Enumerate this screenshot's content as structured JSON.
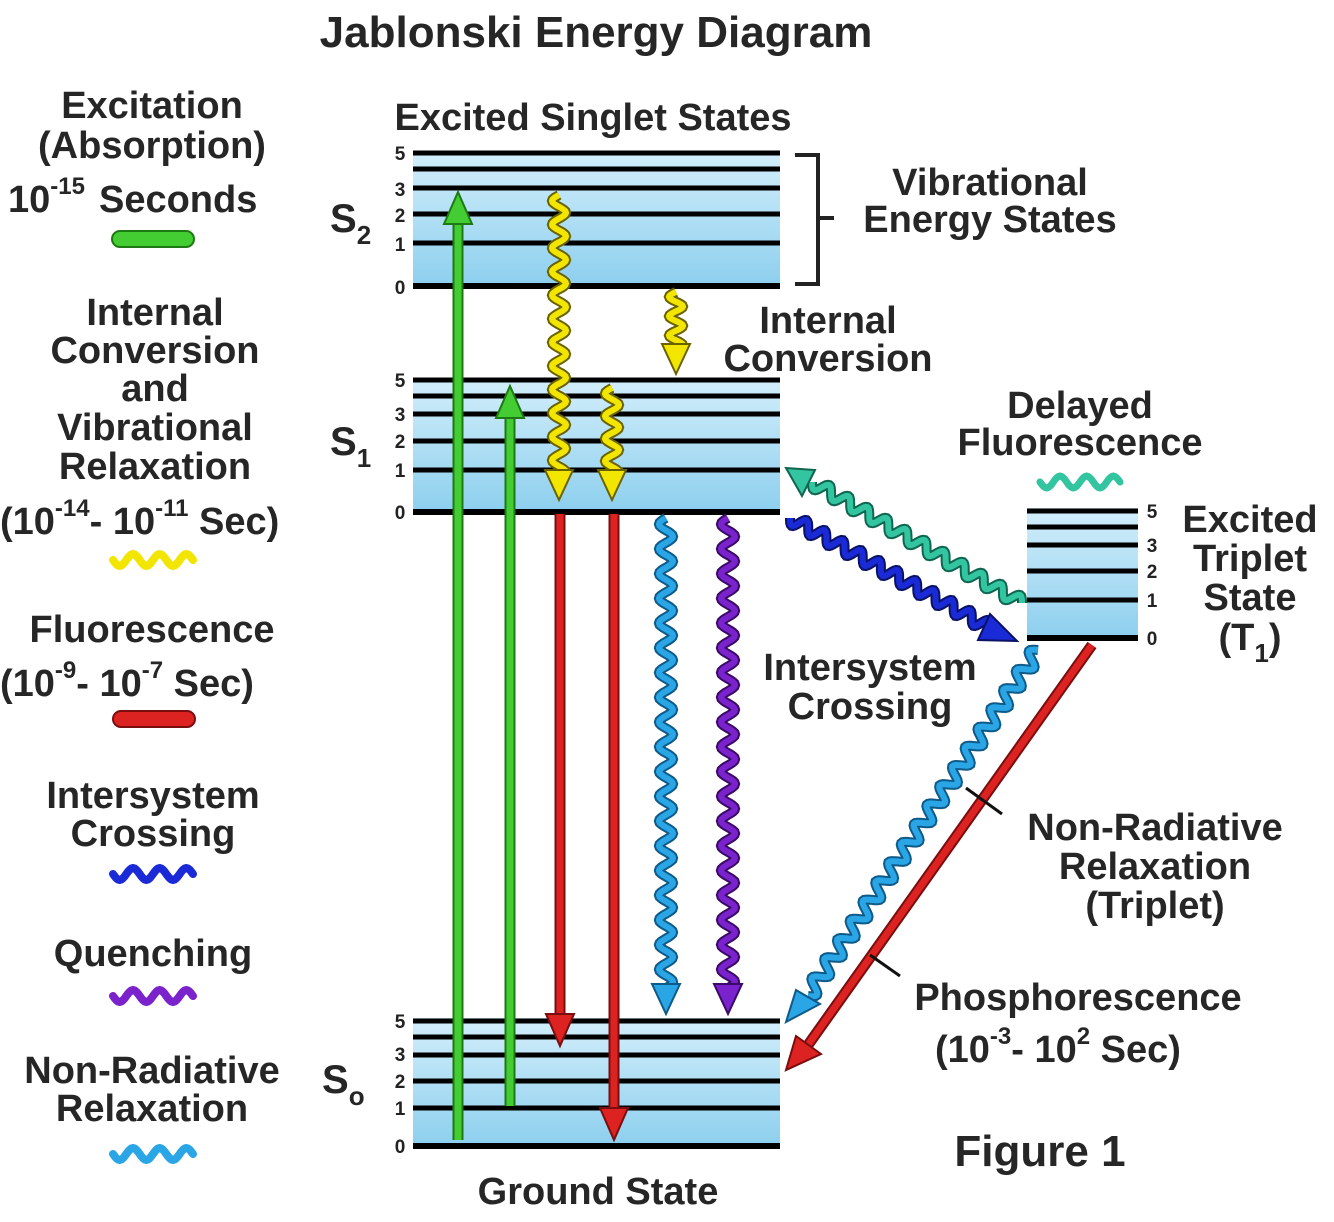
{
  "title": "Jablonski Energy Diagram",
  "legend": {
    "excitation": {
      "line1": "Excitation",
      "line2": "(Absorption)",
      "time_base": "10",
      "time_exp": "-15",
      "time_unit": "Seconds",
      "color": "#44cc33"
    },
    "internal_conversion": {
      "line1": "Internal",
      "line2": "Conversion",
      "line3": "and",
      "line4": "Vibrational",
      "line5": "Relaxation",
      "time_a": "(10",
      "time_a_exp": "-14",
      "time_b": "- 10",
      "time_b_exp": "-11",
      "time_unit": " Sec)",
      "color": "#f2e600"
    },
    "fluorescence": {
      "line1": "Fluorescence",
      "time_a": "(10",
      "time_a_exp": "-9",
      "time_b": "- 10",
      "time_b_exp": "-7",
      "time_unit": " Sec)",
      "color": "#dd2222"
    },
    "intersystem": {
      "line1": "Intersystem",
      "line2": "Crossing",
      "color": "#1a2ad6"
    },
    "quenching": {
      "line1": "Quenching",
      "color": "#7a22cc"
    },
    "nonradiative": {
      "line1": "Non-Radiative",
      "line2": "Relaxation",
      "color": "#2aa6e6"
    }
  },
  "states": {
    "singlet_header": "Excited Singlet States",
    "s2_letter": "S",
    "s2_sub": "2",
    "s1_letter": "S",
    "s1_sub": "1",
    "s0_letter": "S",
    "s0_sub": "o",
    "ground": "Ground State",
    "triplet_line1": "Excited",
    "triplet_line2": "Triplet",
    "triplet_line3": "State",
    "triplet_line4": "(T",
    "triplet_sub": "1",
    "triplet_close": ")",
    "vib_line1": "Vibrational",
    "vib_line2": "Energy States"
  },
  "level_numbers": [
    "5",
    "3",
    "2",
    "1",
    "0"
  ],
  "labels": {
    "ic_line1": "Internal",
    "ic_line2": "Conversion",
    "delayed_line1": "Delayed",
    "delayed_line2": "Fluorescence",
    "isc_line1": "Intersystem",
    "isc_line2": "Crossing",
    "nrt_line1": "Non-Radiative",
    "nrt_line2": "Relaxation",
    "nrt_line3": "(Triplet)",
    "phos_line1": "Phosphorescence",
    "phos_a": "(10",
    "phos_a_exp": "-3",
    "phos_b": "- 10",
    "phos_b_exp": "2",
    "phos_unit": " Sec)",
    "figure": "Figure 1"
  },
  "colors": {
    "band_fill": "#aadcf5",
    "level_line": "#000000",
    "delayed_fluorescence": "#33c4a0",
    "phosphorescence": "#dd2222"
  }
}
